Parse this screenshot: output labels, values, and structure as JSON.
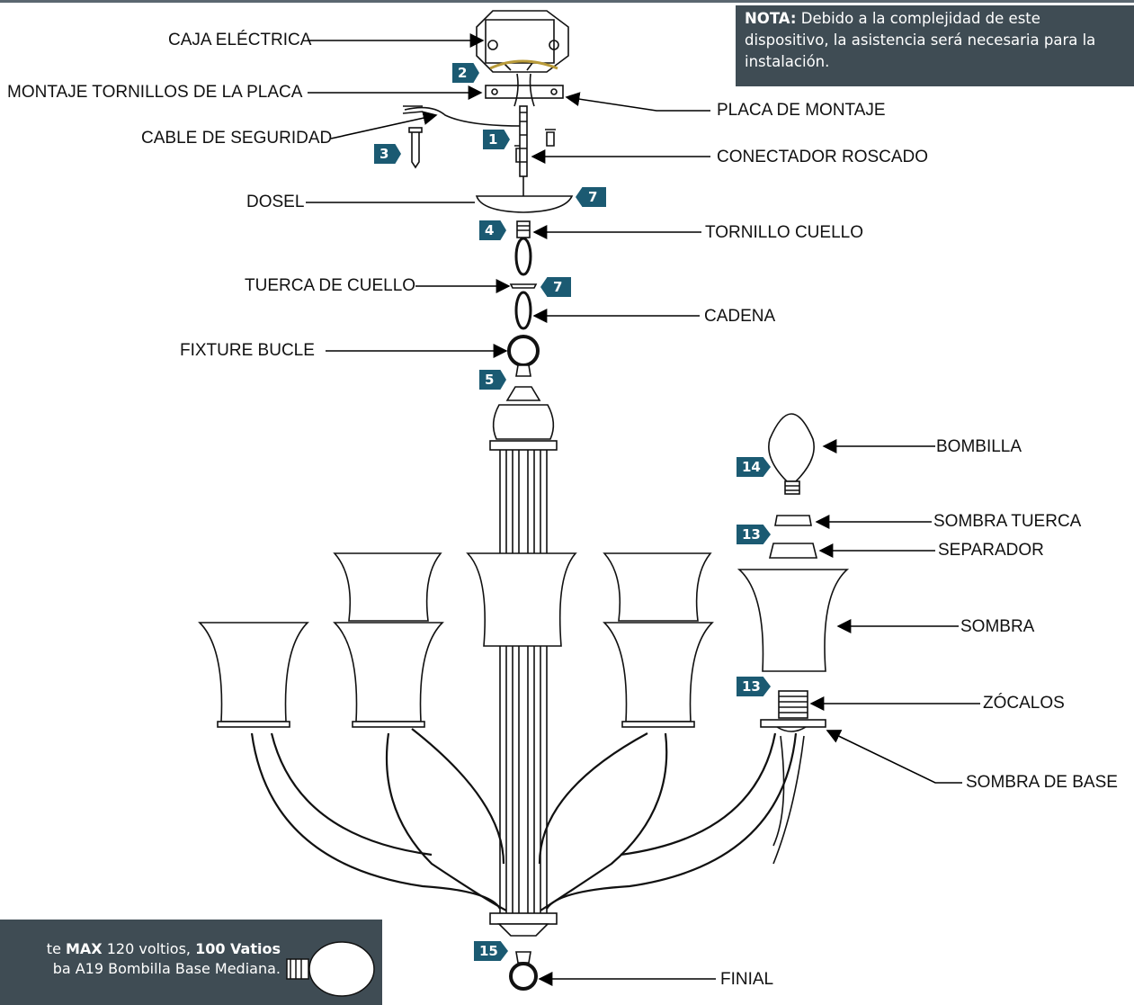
{
  "note": {
    "bold": "NOTA:",
    "text": "Debido a la complejidad de este dispositivo, la asistencia será necesaria para la instalación."
  },
  "warning": {
    "line1_pre": "te ",
    "line1_bold1": "MAX",
    "line1_mid": " 120 voltios, ",
    "line1_bold2": "100 Vatios",
    "line2": "ba A19 Bombilla Base Mediana."
  },
  "labels": {
    "caja": "CAJA ELÉCTRICA",
    "montaje_tornillos": "MONTAJE TORNILLOS DE LA PLACA",
    "cable": "CABLE DE SEGURIDAD",
    "placa": "PLACA DE MONTAJE",
    "conectador": "CONECTADOR ROSCADO",
    "dosel": "DOSEL",
    "tornillo_cuello": "TORNILLO CUELLO",
    "tuerca_cuello": "TUERCA DE CUELLO",
    "cadena": "CADENA",
    "fixture_bucle": "FIXTURE BUCLE",
    "bombilla": "BOMBILLA",
    "sombra_tuerca": "SOMBRA TUERCA",
    "separador": "SEPARADOR",
    "sombra": "SOMBRA",
    "zocalos": "ZÓCALOS",
    "sombra_base": "SOMBRA DE BASE",
    "finial": "FINIAL"
  },
  "steps": {
    "s2": "2",
    "s1": "1",
    "s3": "3",
    "s7a": "7",
    "s4": "4",
    "s7b": "7",
    "s5": "5",
    "s14": "14",
    "s13a": "13",
    "s13b": "13",
    "s15": "15"
  },
  "colors": {
    "panel": "#3f4c54",
    "badge": "#1b5a72"
  }
}
